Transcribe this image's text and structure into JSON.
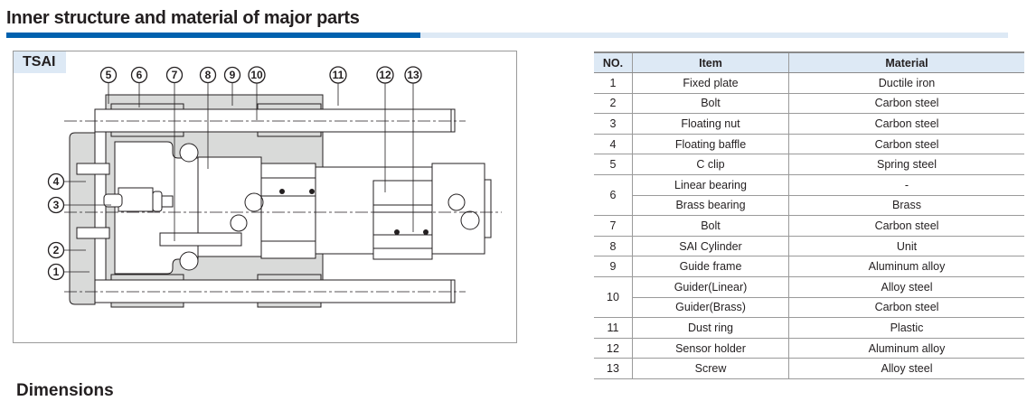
{
  "section": {
    "title": "Inner structure and material of major parts",
    "accent_color": "#0061ae",
    "accent_light_color": "#dde9f5"
  },
  "figure": {
    "model_tag": "TSAI",
    "callouts": [
      "1",
      "2",
      "3",
      "4",
      "5",
      "6",
      "7",
      "8",
      "9",
      "10",
      "11",
      "12",
      "13"
    ]
  },
  "table": {
    "headers": {
      "no": "NO.",
      "item": "Item",
      "material": "Material"
    },
    "rows": [
      {
        "no": "1",
        "item": "Fixed plate",
        "material": "Ductile iron"
      },
      {
        "no": "2",
        "item": "Bolt",
        "material": "Carbon steel"
      },
      {
        "no": "3",
        "item": "Floating nut",
        "material": "Carbon steel"
      },
      {
        "no": "4",
        "item": "Floating baffle",
        "material": "Carbon steel"
      },
      {
        "no": "5",
        "item": "C clip",
        "material": "Spring steel"
      },
      {
        "no": "6",
        "item": "Linear bearing",
        "material": "-",
        "item2": "Brass bearing",
        "material2": "Brass"
      },
      {
        "no": "7",
        "item": "Bolt",
        "material": "Carbon steel"
      },
      {
        "no": "8",
        "item": "SAI Cylinder",
        "material": "Unit"
      },
      {
        "no": "9",
        "item": "Guide frame",
        "material": "Aluminum alloy"
      },
      {
        "no": "10",
        "item": "Guider(Linear)",
        "material": "Alloy steel",
        "item2": "Guider(Brass)",
        "material2": "Carbon steel"
      },
      {
        "no": "11",
        "item": "Dust ring",
        "material": "Plastic"
      },
      {
        "no": "12",
        "item": "Sensor holder",
        "material": "Aluminum alloy"
      },
      {
        "no": "13",
        "item": "Screw",
        "material": "Alloy steel"
      }
    ]
  },
  "next_section": {
    "title": "Dimensions"
  }
}
